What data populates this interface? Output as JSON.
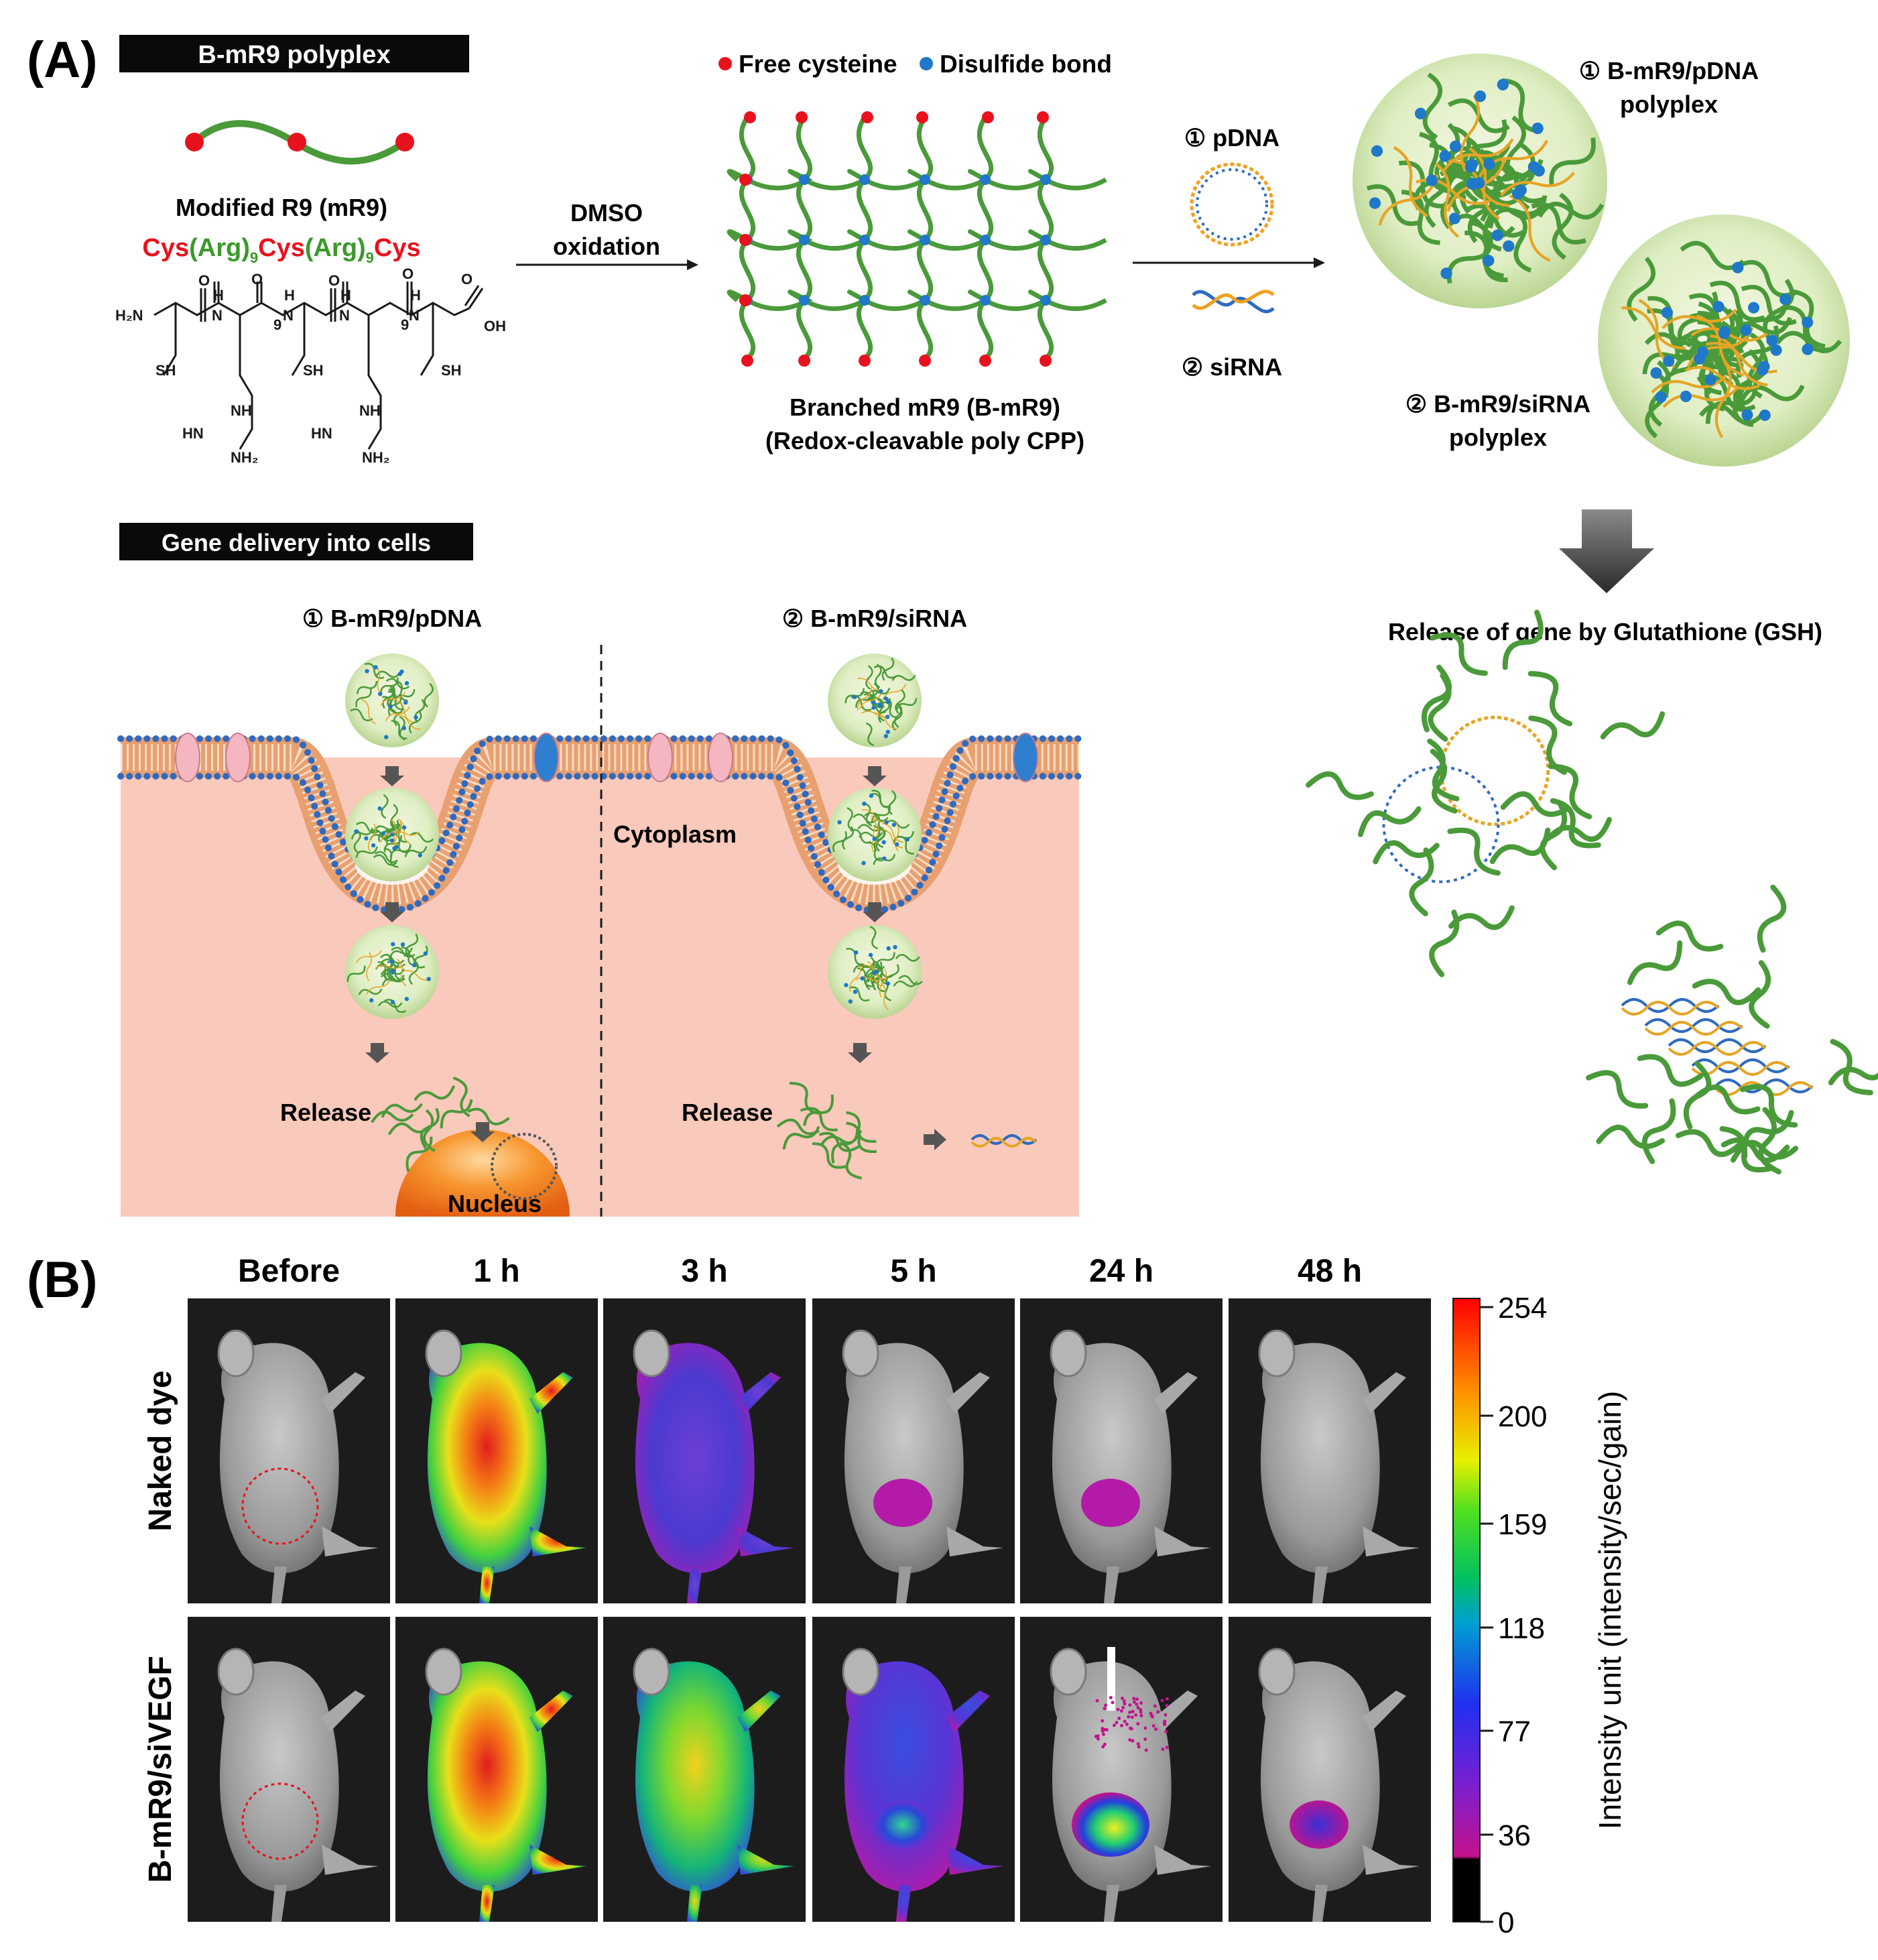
{
  "panel_a": {
    "letter": "(A)",
    "polyplex_header": "B-mR9 polyplex",
    "modified_title": "Modified R9 (mR9)",
    "sequence": {
      "cys1": "Cys",
      "arg1": "(Arg)",
      "sub1": "9",
      "cys2": "Cys",
      "arg2": "(Arg)",
      "sub2": "9",
      "cys3": "Cys"
    },
    "structure_labels": {
      "h2n": "H₂N",
      "h": "H",
      "n": "N",
      "o": "O",
      "oh": "OH",
      "sh": "SH",
      "nine": "9",
      "nh": "NH",
      "hn": "HN",
      "nh2": "NH₂"
    },
    "arrow1": {
      "line1": "DMSO",
      "line2": "oxidation"
    },
    "legend": {
      "free_cysteine": "Free cysteine",
      "disulfide": "Disulfide bond"
    },
    "branched": {
      "line1": "Branched mR9 (B-mR9)",
      "line2": "(Redox-cleavable poly CPP)"
    },
    "arrow2": {
      "pdna": "① pDNA",
      "sirna": "② siRNA"
    },
    "polyplex_pdna": {
      "line1": "① B-mR9/pDNA",
      "line2": "polyplex"
    },
    "polyplex_sirna": {
      "line1": "② B-mR9/siRNA",
      "line2": "polyplex"
    },
    "release_title": "Release of gene by Glutathione (GSH)",
    "gene_header": "Gene delivery into cells",
    "delivery_pdna": "① B-mR9/pDNA",
    "delivery_sirna": "② B-mR9/siRNA",
    "cytoplasm": "Cytoplasm",
    "release": "Release",
    "nucleus": "Nucleus",
    "colors": {
      "free_cysteine": "#e8121e",
      "disulfide": "#1f78c8",
      "chain": "#4a9a3a",
      "cytoplasm": "#f9c9bb",
      "nucleus": "#f2741e"
    }
  },
  "panel_b": {
    "letter": "(B)",
    "timepoints": [
      "Before",
      "1 h",
      "3 h",
      "5 h",
      "24 h",
      "48 h"
    ],
    "rows": [
      "Naked dye",
      "B-mR9/siVEGF"
    ],
    "colorbar": {
      "ticks": [
        "254",
        "200",
        "159",
        "118",
        "77",
        "36",
        "0"
      ],
      "label": "Intensity unit (intensity/sec/gain)"
    }
  }
}
